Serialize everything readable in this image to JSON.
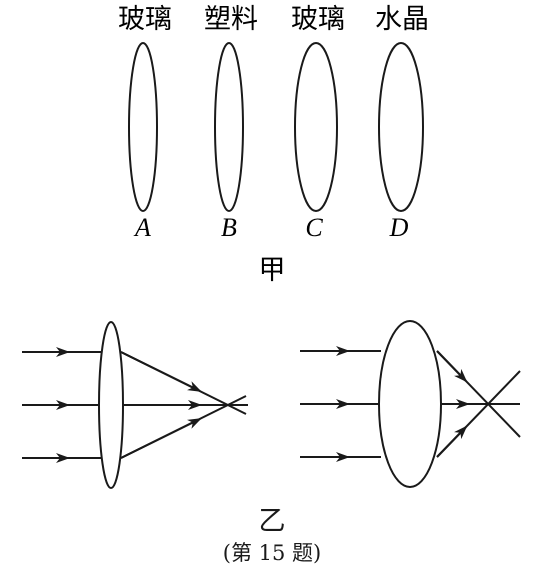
{
  "figure_jia": {
    "label": "甲",
    "lenses": [
      {
        "letter": "A",
        "material": "玻璃"
      },
      {
        "letter": "B",
        "material": "塑料"
      },
      {
        "letter": "C",
        "material": "玻璃"
      },
      {
        "letter": "D",
        "material": "水晶"
      }
    ]
  },
  "figure_yi": {
    "label": "乙"
  },
  "caption": "(第 15 题)",
  "colors": {
    "ink": "#1a1a1a",
    "background": "#ffffff"
  }
}
